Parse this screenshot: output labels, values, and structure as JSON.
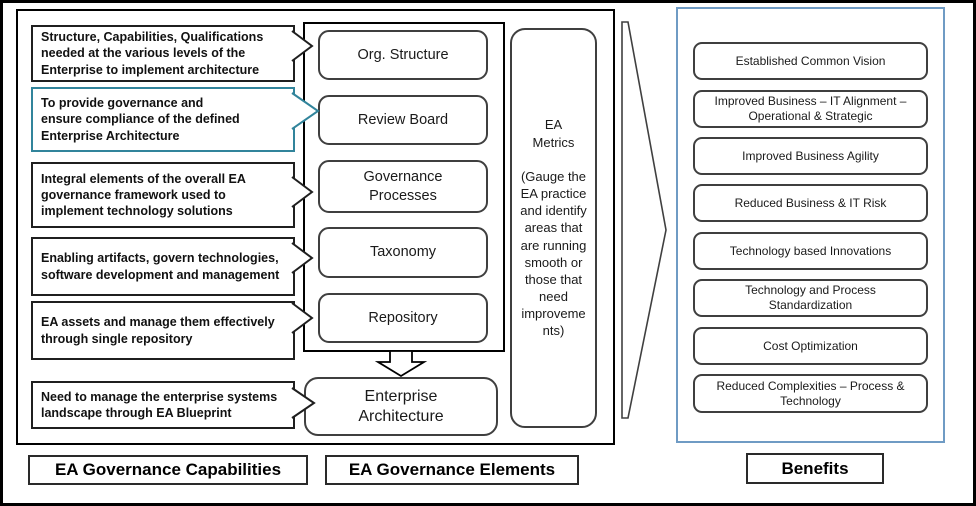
{
  "colors": {
    "callout_border": "#1f1f1f",
    "callout_teal_border": "#31849b",
    "benefits_frame_border": "#6f9bc4",
    "box_border": "#3f3f3f"
  },
  "capabilities": {
    "label": "EA Governance Capabilities",
    "items": [
      {
        "text": "Structure, Capabilities, Qualifications\nneeded at the various levels of the\nEnterprise to implement  architecture"
      },
      {
        "text": "To provide governance and\nensure compliance of the defined\nEnterprise Architecture"
      },
      {
        "text": "Integral elements of the overall EA\ngovernance framework used to\nimplement technology solutions"
      },
      {
        "text": "Enabling artifacts,  govern technologies,\nsoftware development and management"
      },
      {
        "text": "EA assets and manage them effectively\nthrough single repository"
      },
      {
        "text": "Need to manage the enterprise systems\nlandscape through EA Blueprint"
      }
    ]
  },
  "elements": {
    "label": "EA Governance Elements",
    "items": [
      "Org. Structure",
      "Review Board",
      "Governance\nProcesses",
      "Taxonomy",
      "Repository"
    ],
    "result": "Enterprise\nArchitecture",
    "metrics": "EA\nMetrics\n\n(Gauge the EA practice and identify areas that are running smooth or those that need improvements)"
  },
  "benefits": {
    "label": "Benefits",
    "items": [
      "Established Common Vision",
      "Improved Business – IT Alignment –\nOperational & Strategic",
      "Improved Business Agility",
      "Reduced Business & IT Risk",
      "Technology based Innovations",
      "Technology and Process\nStandardization",
      "Cost Optimization",
      "Reduced Complexities – Process &\nTechnology"
    ]
  }
}
